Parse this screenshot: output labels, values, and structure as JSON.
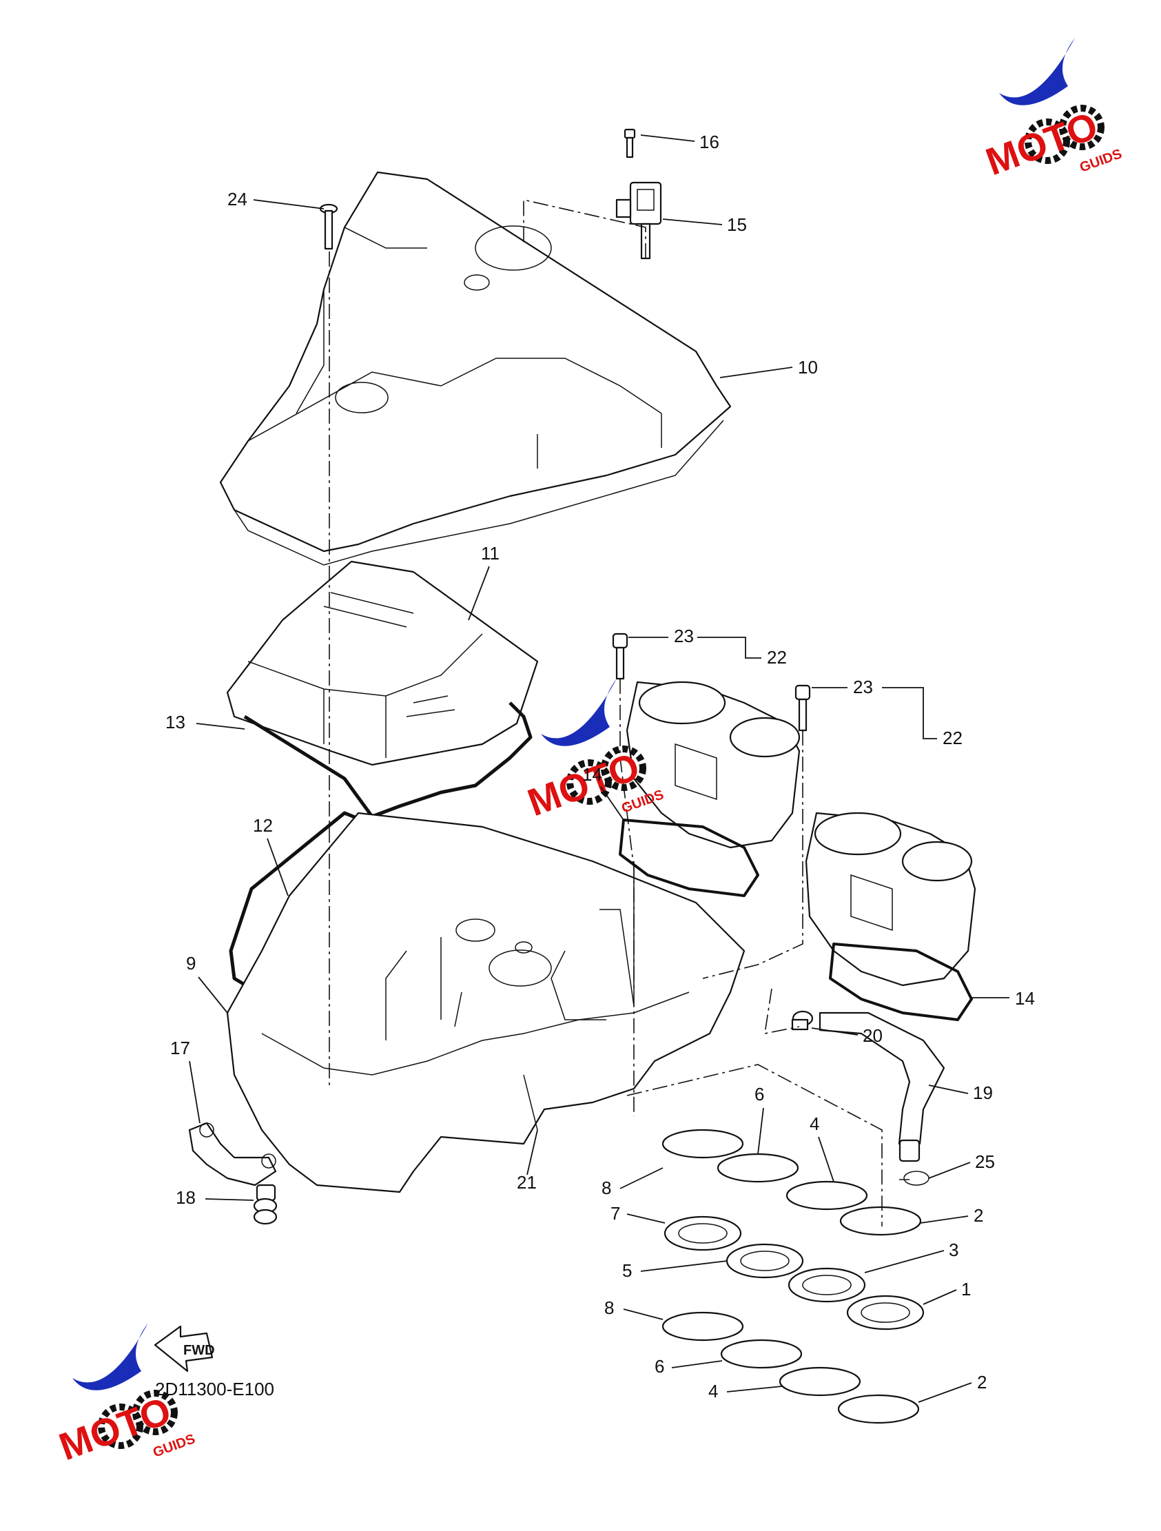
{
  "diagram": {
    "reference_code": "2D11300-E100",
    "direction_badge": "FWD",
    "watermark": {
      "brand": "MOTO",
      "sub": "GUIDS"
    }
  },
  "callouts": [
    {
      "id": "c16",
      "label": "16"
    },
    {
      "id": "c15",
      "label": "15"
    },
    {
      "id": "c24",
      "label": "24"
    },
    {
      "id": "c10",
      "label": "10"
    },
    {
      "id": "c11",
      "label": "11"
    },
    {
      "id": "c23a",
      "label": "23"
    },
    {
      "id": "c22a",
      "label": "22"
    },
    {
      "id": "c23b",
      "label": "23"
    },
    {
      "id": "c22b",
      "label": "22"
    },
    {
      "id": "c13",
      "label": "13"
    },
    {
      "id": "c14a",
      "label": "14"
    },
    {
      "id": "c12",
      "label": "12"
    },
    {
      "id": "c9",
      "label": "9"
    },
    {
      "id": "c14b",
      "label": "14"
    },
    {
      "id": "c20",
      "label": "20"
    },
    {
      "id": "c17",
      "label": "17"
    },
    {
      "id": "c19",
      "label": "19"
    },
    {
      "id": "c6a",
      "label": "6"
    },
    {
      "id": "c4a",
      "label": "4"
    },
    {
      "id": "c25",
      "label": "25"
    },
    {
      "id": "c8a",
      "label": "8"
    },
    {
      "id": "c21",
      "label": "21"
    },
    {
      "id": "c18",
      "label": "18"
    },
    {
      "id": "c7",
      "label": "7"
    },
    {
      "id": "c2a",
      "label": "2"
    },
    {
      "id": "c3",
      "label": "3"
    },
    {
      "id": "c5",
      "label": "5"
    },
    {
      "id": "c1",
      "label": "1"
    },
    {
      "id": "c8b",
      "label": "8"
    },
    {
      "id": "c6b",
      "label": "6"
    },
    {
      "id": "c4b",
      "label": "4"
    },
    {
      "id": "c2b",
      "label": "2"
    }
  ]
}
